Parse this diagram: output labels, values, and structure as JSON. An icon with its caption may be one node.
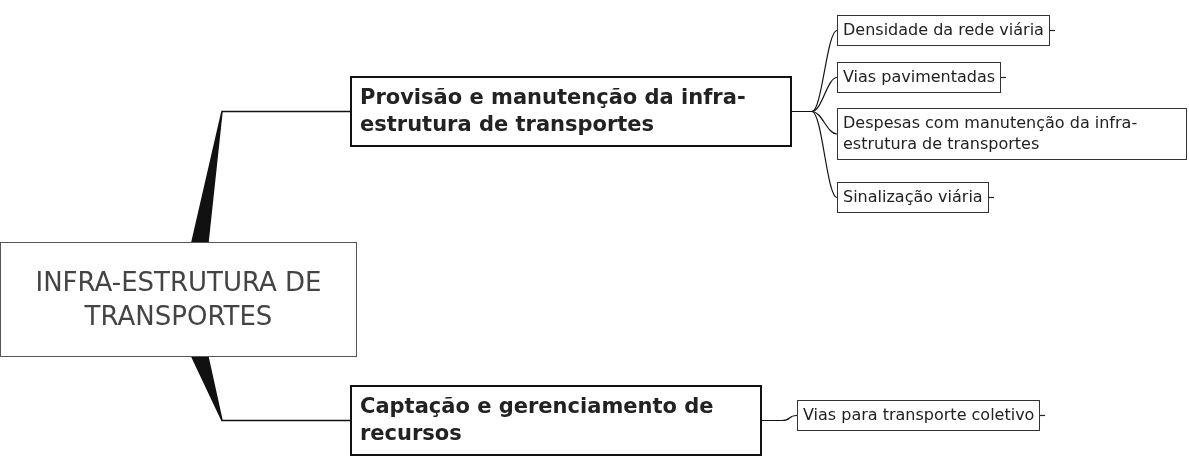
{
  "diagram": {
    "nodes": [
      {
        "text": [
          "INFRA-ESTRUTURA DE TRANSPORTES"
        ]
      },
      {
        "text": [
          "Provisão e manutenção da infra-estrutura de transportes"
        ]
      },
      {
        "text": [
          "Captação e gerenciamento de recursos"
        ]
      },
      {
        "text": [
          "Densidade da rede viária"
        ]
      },
      {
        "text": [
          "Vias pavimentadas"
        ]
      },
      {
        "text": [
          "Despesas com manutenção da infra-estrutura de transportes"
        ]
      },
      {
        "text": [
          "Sinalização viária"
        ]
      },
      {
        "text": [
          "Vias para transporte coletivo"
        ]
      }
    ],
    "edges": [
      {
        "from": 0,
        "to": 1,
        "arrow": "none",
        "style": "thick"
      },
      {
        "from": 0,
        "to": 2,
        "arrow": "none",
        "style": "thick"
      },
      {
        "from": 1,
        "to": 3,
        "arrow": "none"
      },
      {
        "from": 1,
        "to": 4,
        "arrow": "none"
      },
      {
        "from": 1,
        "to": 5,
        "arrow": "none"
      },
      {
        "from": 1,
        "to": 6,
        "arrow": "none"
      },
      {
        "from": 2,
        "to": 7,
        "arrow": "none"
      }
    ]
  }
}
